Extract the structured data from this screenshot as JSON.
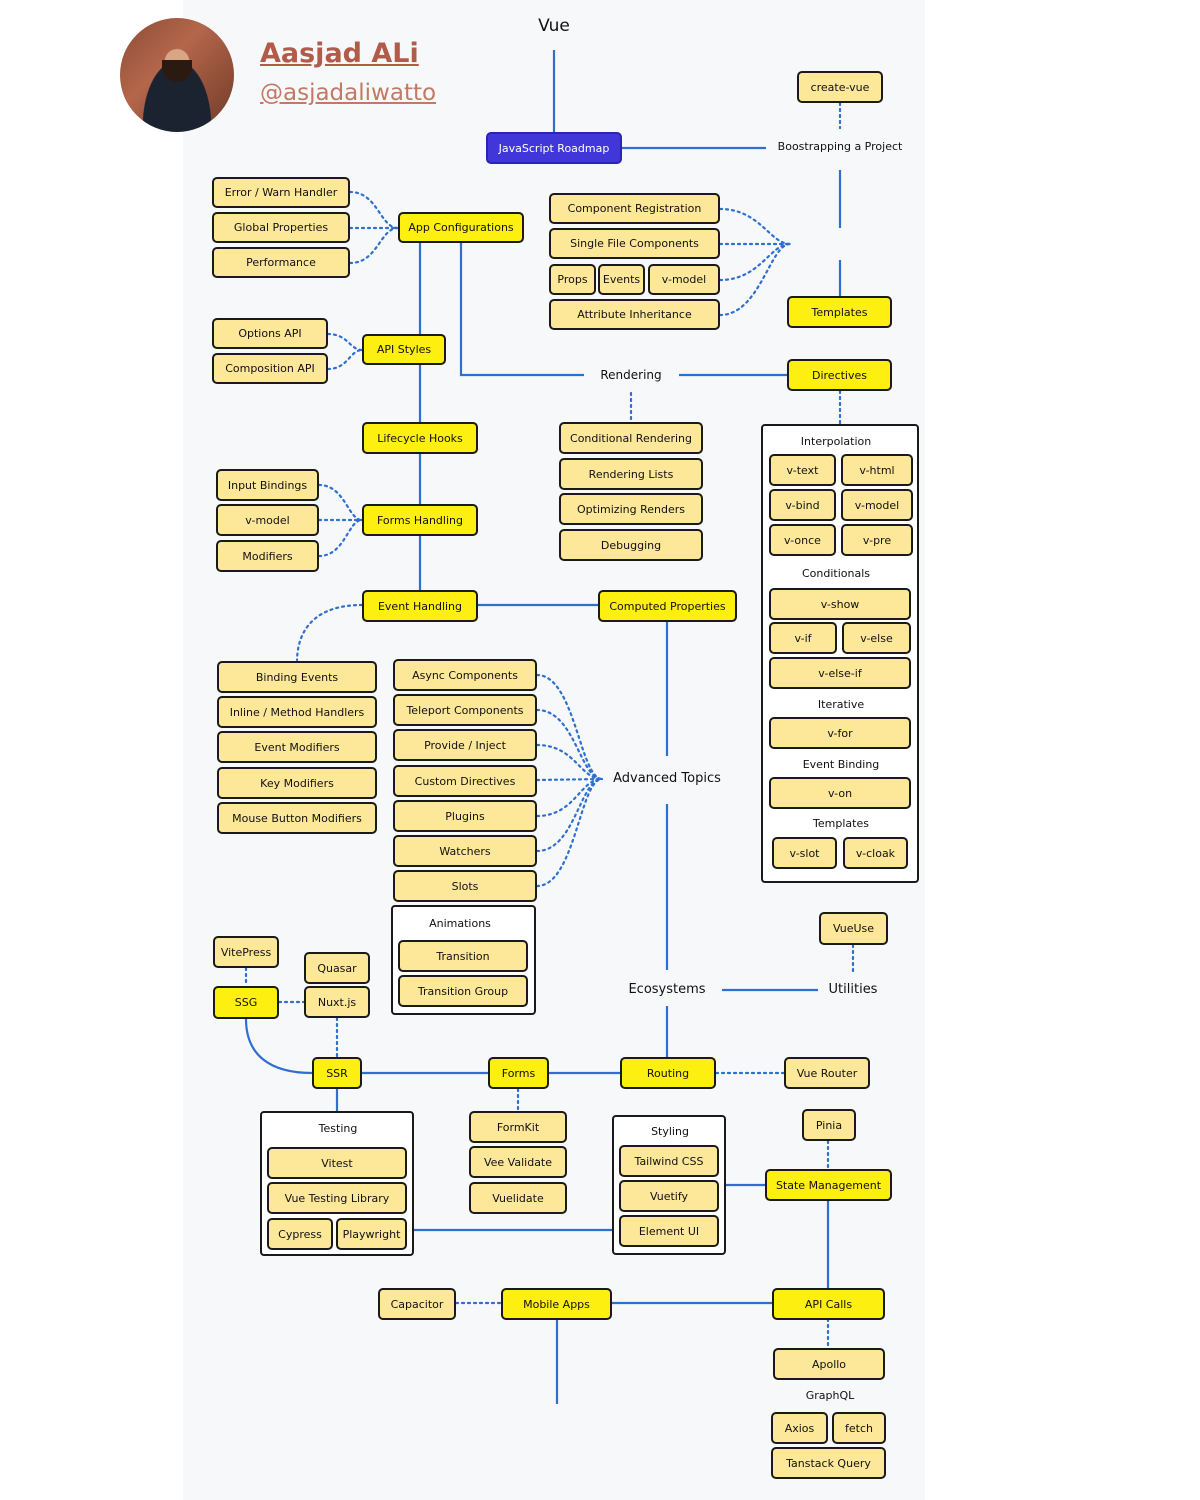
{
  "author": {
    "name": "Aasjad ALi",
    "handle": "@asjadaliwatto"
  },
  "title": "Vue",
  "colors": {
    "accent": "#fdef0f",
    "subtopic": "#fde89a",
    "link": "#4136d9",
    "line": "#2f6fd1"
  },
  "labels": {
    "js_roadmap": "JavaScript Roadmap",
    "create_vue": "create-vue",
    "bootstrapping": "Boostrapping a Project",
    "error_handler": "Error / Warn Handler",
    "global_props": "Global Properties",
    "performance": "Performance",
    "app_config": "App Configurations",
    "comp_reg": "Component Registration",
    "sfc": "Single File Components",
    "props": "Props",
    "events": "Events",
    "vmodel": "v-model",
    "attr_inherit": "Attribute Inheritance",
    "templates": "Templates",
    "options_api": "Options API",
    "composition_api": "Composition API",
    "api_styles": "API Styles",
    "rendering": "Rendering",
    "directives": "Directives",
    "lifecycle": "Lifecycle Hooks",
    "cond_render": "Conditional Rendering",
    "render_lists": "Rendering Lists",
    "opt_render": "Optimizing Renders",
    "debugging": "Debugging",
    "interpolation": "Interpolation",
    "v_text": "v-text",
    "v_html": "v-html",
    "v_bind": "v-bind",
    "v_model": "v-model",
    "v_once": "v-once",
    "v_pre": "v-pre",
    "conditionals": "Conditionals",
    "v_show": "v-show",
    "v_if": "v-if",
    "v_else": "v-else",
    "v_else_if": "v-else-if",
    "iterative": "Iterative",
    "v_for": "v-for",
    "event_binding": "Event Binding",
    "v_on": "v-on",
    "templates_sub": "Templates",
    "v_slot": "v-slot",
    "v_cloak": "v-cloak",
    "input_bindings": "Input Bindings",
    "form_vmodel": "v-model",
    "modifiers": "Modifiers",
    "forms_handling": "Forms Handling",
    "event_handling": "Event Handling",
    "computed": "Computed Properties",
    "binding_events": "Binding Events",
    "inline_method": "Inline / Method Handlers",
    "event_modifiers": "Event Modifiers",
    "key_modifiers": "Key Modifiers",
    "mouse_modifiers": "Mouse Button Modifiers",
    "async_comp": "Async Components",
    "teleport": "Teleport Components",
    "provide_inject": "Provide / Inject",
    "custom_dir": "Custom Directives",
    "plugins": "Plugins",
    "watchers": "Watchers",
    "slots": "Slots",
    "animations": "Animations",
    "transition": "Transition",
    "transition_group": "Transition Group",
    "advanced": "Advanced Topics",
    "vueuse": "VueUse",
    "ecosystems": "Ecosystems",
    "utilities": "Utilities",
    "vitepress": "VitePress",
    "quasar": "Quasar",
    "ssg": "SSG",
    "nuxt": "Nuxt.js",
    "ssr": "SSR",
    "forms": "Forms",
    "routing": "Routing",
    "vue_router": "Vue Router",
    "testing": "Testing",
    "vitest": "Vitest",
    "vtl": "Vue Testing Library",
    "cypress": "Cypress",
    "playwright": "Playwright",
    "formkit": "FormKit",
    "vee_validate": "Vee Validate",
    "vuelidate": "Vuelidate",
    "styling": "Styling",
    "tailwind": "Tailwind CSS",
    "vuetify": "Vuetify",
    "element_ui": "Element UI",
    "pinia": "Pinia",
    "state_mgmt": "State Management",
    "capacitor": "Capacitor",
    "mobile_apps": "Mobile Apps",
    "api_calls": "API Calls",
    "apollo": "Apollo",
    "graphql": "GraphQL",
    "axios": "Axios",
    "fetch": "fetch",
    "tanstack": "Tanstack Query"
  }
}
